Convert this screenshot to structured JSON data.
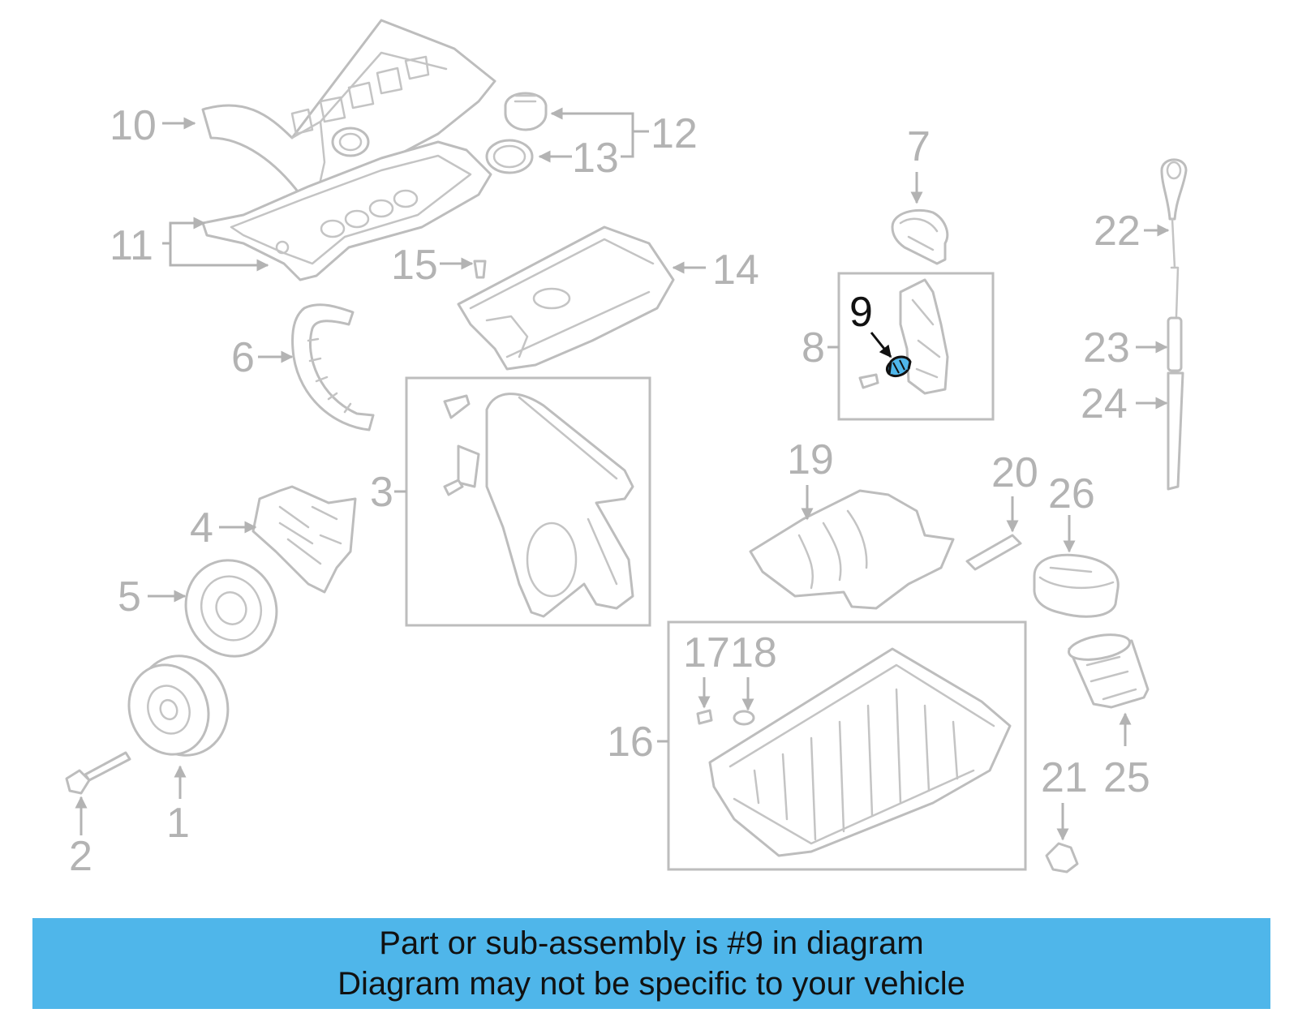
{
  "colors": {
    "parts": "#bdbdbd",
    "labels": "#b3b3b3",
    "highlight_part": "#4fb6ea",
    "highlight_label": "#111111",
    "caption_bg": "#4fb6ea"
  },
  "highlighted_part": "9",
  "labels": {
    "l1": "1",
    "l2": "2",
    "l3": "3",
    "l4": "4",
    "l5": "5",
    "l6": "6",
    "l7": "7",
    "l8": "8",
    "l9": "9",
    "l10": "10",
    "l11": "11",
    "l12": "12",
    "l13": "13",
    "l14": "14",
    "l15": "15",
    "l16": "16",
    "l17": "17",
    "l18": "18",
    "l19": "19",
    "l20": "20",
    "l21": "21",
    "l22": "22",
    "l23": "23",
    "l24": "24",
    "l25": "25",
    "l26": "26"
  },
  "caption": {
    "line1": "Part or sub-assembly is #9 in diagram",
    "line2": "Diagram may not be specific to your vehicle"
  }
}
